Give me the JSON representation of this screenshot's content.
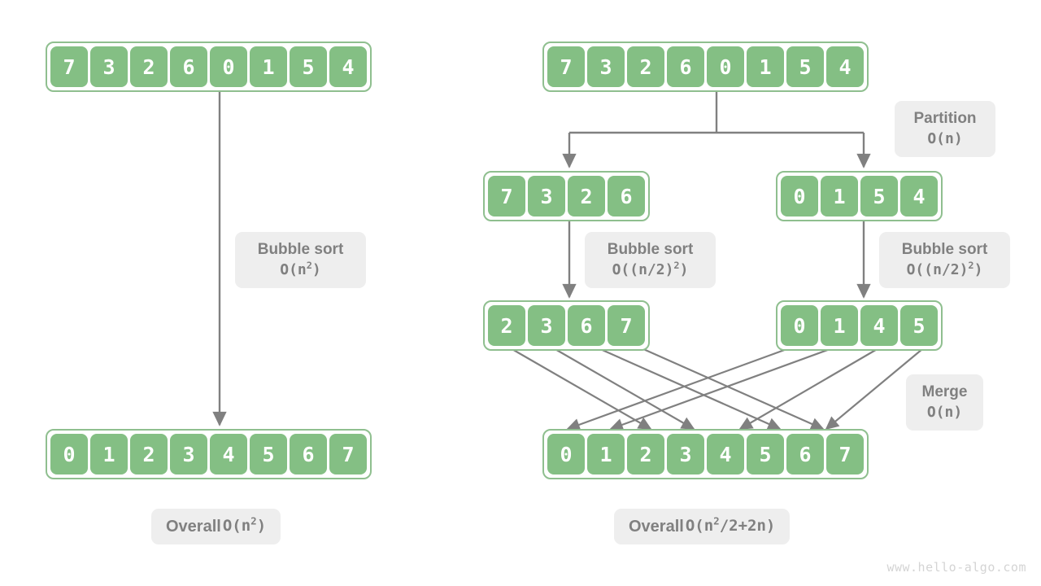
{
  "watermark": "www.hello-algo.com",
  "colors": {
    "cell_fill": "#84bf84",
    "array_border": "#8fbf8f",
    "chip_bg": "#eeeeee",
    "chip_text": "#808080",
    "arrow": "#808080",
    "watermark": "#d4d4d4"
  },
  "left": {
    "title": "bubble-sort-only",
    "input_array": [
      "7",
      "3",
      "2",
      "6",
      "0",
      "1",
      "5",
      "4"
    ],
    "output_array": [
      "0",
      "1",
      "2",
      "3",
      "4",
      "5",
      "6",
      "7"
    ],
    "step_label": {
      "name": "Bubble sort",
      "complexity": "O(n",
      "complexity_sup": "2",
      "complexity_tail": ")"
    },
    "overall_label": {
      "prefix": "Overall ",
      "complexity": "O(n",
      "complexity_sup": "2",
      "complexity_tail": ")"
    }
  },
  "right": {
    "title": "partition-sort-merge",
    "input_array": [
      "7",
      "3",
      "2",
      "6",
      "0",
      "1",
      "5",
      "4"
    ],
    "sub_left_unsorted": [
      "7",
      "3",
      "2",
      "6"
    ],
    "sub_right_unsorted": [
      "0",
      "1",
      "5",
      "4"
    ],
    "sub_left_sorted": [
      "2",
      "3",
      "6",
      "7"
    ],
    "sub_right_sorted": [
      "0",
      "1",
      "4",
      "5"
    ],
    "output_array": [
      "0",
      "1",
      "2",
      "3",
      "4",
      "5",
      "6",
      "7"
    ],
    "partition_label": {
      "name": "Partition",
      "complexity": "O(n)"
    },
    "bubble_left_label": {
      "name": "Bubble sort",
      "complexity": "O((n/2)",
      "complexity_sup": "2",
      "complexity_tail": ")"
    },
    "bubble_right_label": {
      "name": "Bubble sort",
      "complexity": "O((n/2)",
      "complexity_sup": "2",
      "complexity_tail": ")"
    },
    "merge_label": {
      "name": "Merge",
      "complexity": "O(n)"
    },
    "overall_label": {
      "prefix": "Overall ",
      "complexity": "O(n",
      "complexity_sup": "2",
      "complexity_tail": "/2+2n)"
    }
  },
  "chart_data": {
    "type": "diagram",
    "title": "Bubble sort vs. partition + sort + merge complexity comparison",
    "left_pipeline": [
      "input [7,3,2,6,0,1,5,4]",
      "Bubble sort O(n^2)",
      "sorted [0,1,2,3,4,5,6,7]"
    ],
    "right_pipeline": [
      "input [7,3,2,6,0,1,5,4]",
      "Partition O(n)",
      "[7,3,2,6] + [0,1,5,4]",
      "Bubble sort O((n/2)^2) each",
      "[2,3,6,7] + [0,1,4,5]",
      "Merge O(n)",
      "sorted [0,1,2,3,4,5,6,7]"
    ],
    "left_total": "O(n^2)",
    "right_total": "O(n^2/2+2n)",
    "merge_mapping_left": [
      2,
      3,
      6,
      7
    ],
    "merge_mapping_right": [
      0,
      1,
      4,
      5
    ]
  }
}
